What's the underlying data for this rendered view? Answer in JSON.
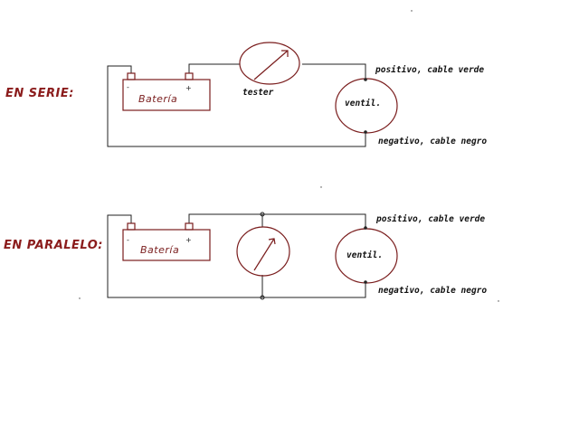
{
  "colors": {
    "heading": "#8b1c1c",
    "component": "#7a1d1d",
    "wire": "#222222"
  },
  "series_circuit": {
    "heading": "EN SERIE:",
    "battery": {
      "label": "Batería",
      "neg": "-",
      "pos": "+"
    },
    "tester_label": "tester",
    "fan_label": "ventil.",
    "positive_label": "positivo, cable verde",
    "negative_label": "negativo, cable negro"
  },
  "parallel_circuit": {
    "heading": "EN PARALELO:",
    "battery": {
      "label": "Batería",
      "neg": "-",
      "pos": "+"
    },
    "fan_label": "ventil.",
    "positive_label": "positivo, cable verde",
    "negative_label": "negativo, cable negro"
  }
}
